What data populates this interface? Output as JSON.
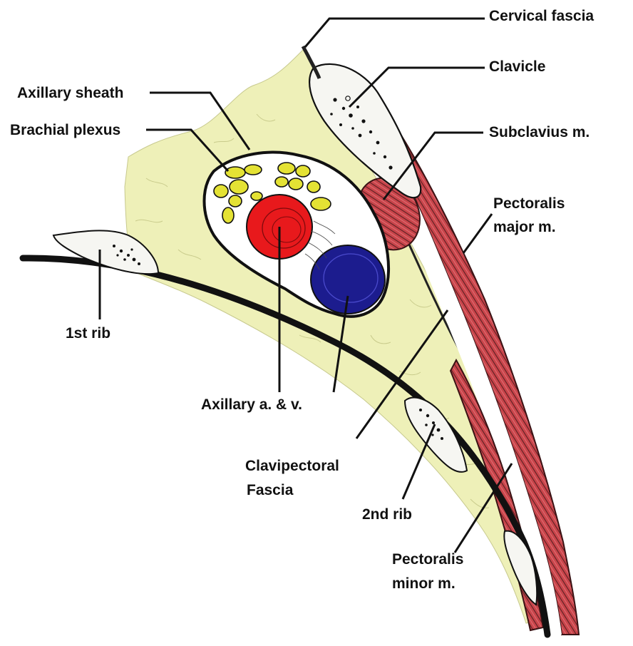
{
  "labels": {
    "cervical_fascia": "Cervical fascia",
    "clavicle": "Clavicle",
    "axillary_sheath": "Axillary sheath",
    "brachial_plexus": "Brachial plexus",
    "subclavius": "Subclavius m.",
    "pectoralis_major_line1": "Pectoralis",
    "pectoralis_major_line2": "major m.",
    "first_rib": "1st rib",
    "axillary_av": "Axillary a. & v.",
    "clavipectoral_line1": "Clavipectoral",
    "clavipectoral_line2": "Fascia",
    "second_rib": "2nd rib",
    "pectoralis_minor_line1": "Pectoralis",
    "pectoralis_minor_line2": "minor m."
  },
  "colors": {
    "fat": "#EEF0B8",
    "bone": "#F6F6F2",
    "artery": "#E8191C",
    "vein": "#1C1C8E",
    "nerve": "#E4E234",
    "muscle": "#C9454B",
    "outline": "#111111"
  }
}
